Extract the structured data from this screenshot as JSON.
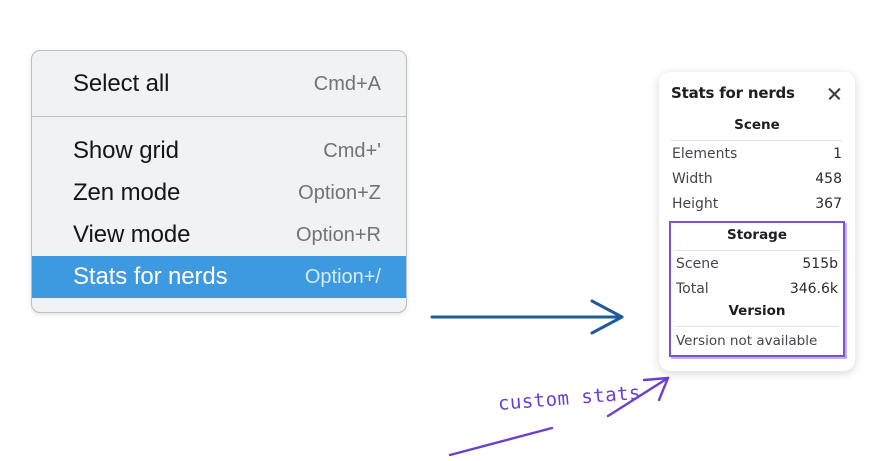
{
  "colors": {
    "menu_bg": "#f1f2f3",
    "menu_border": "#b9c0c8",
    "selected_blue": "#3d9ae0",
    "annotation_purple": "#6b40cf",
    "annotation_blue": "#1f5c99",
    "panel_bg": "#ffffff"
  },
  "context_menu": {
    "groups": [
      {
        "items": [
          {
            "label": "Select all",
            "shortcut": "Cmd+A",
            "selected": false
          }
        ]
      },
      {
        "items": [
          {
            "label": "Show grid",
            "shortcut": "Cmd+'",
            "selected": false
          },
          {
            "label": "Zen mode",
            "shortcut": "Option+Z",
            "selected": false
          },
          {
            "label": "View mode",
            "shortcut": "Option+R",
            "selected": false
          },
          {
            "label": "Stats for nerds",
            "shortcut": "Option+/",
            "selected": true
          }
        ]
      }
    ]
  },
  "stats_panel": {
    "title": "Stats for nerds",
    "close_icon": "close-icon",
    "sections": [
      {
        "heading": "Scene",
        "rows": [
          {
            "label": "Elements",
            "value": "1"
          },
          {
            "label": "Width",
            "value": "458"
          },
          {
            "label": "Height",
            "value": "367"
          }
        ]
      },
      {
        "heading": "Storage",
        "rows": [
          {
            "label": "Scene",
            "value": "515b"
          },
          {
            "label": "Total",
            "value": "346.6k"
          }
        ]
      },
      {
        "heading": "Version",
        "note": "Version not available"
      }
    ]
  },
  "annotations": {
    "handwritten_label": "custom stats",
    "blue_arrow": "arrow-right-icon",
    "purple_arrow": "arrow-pointer-icon"
  }
}
